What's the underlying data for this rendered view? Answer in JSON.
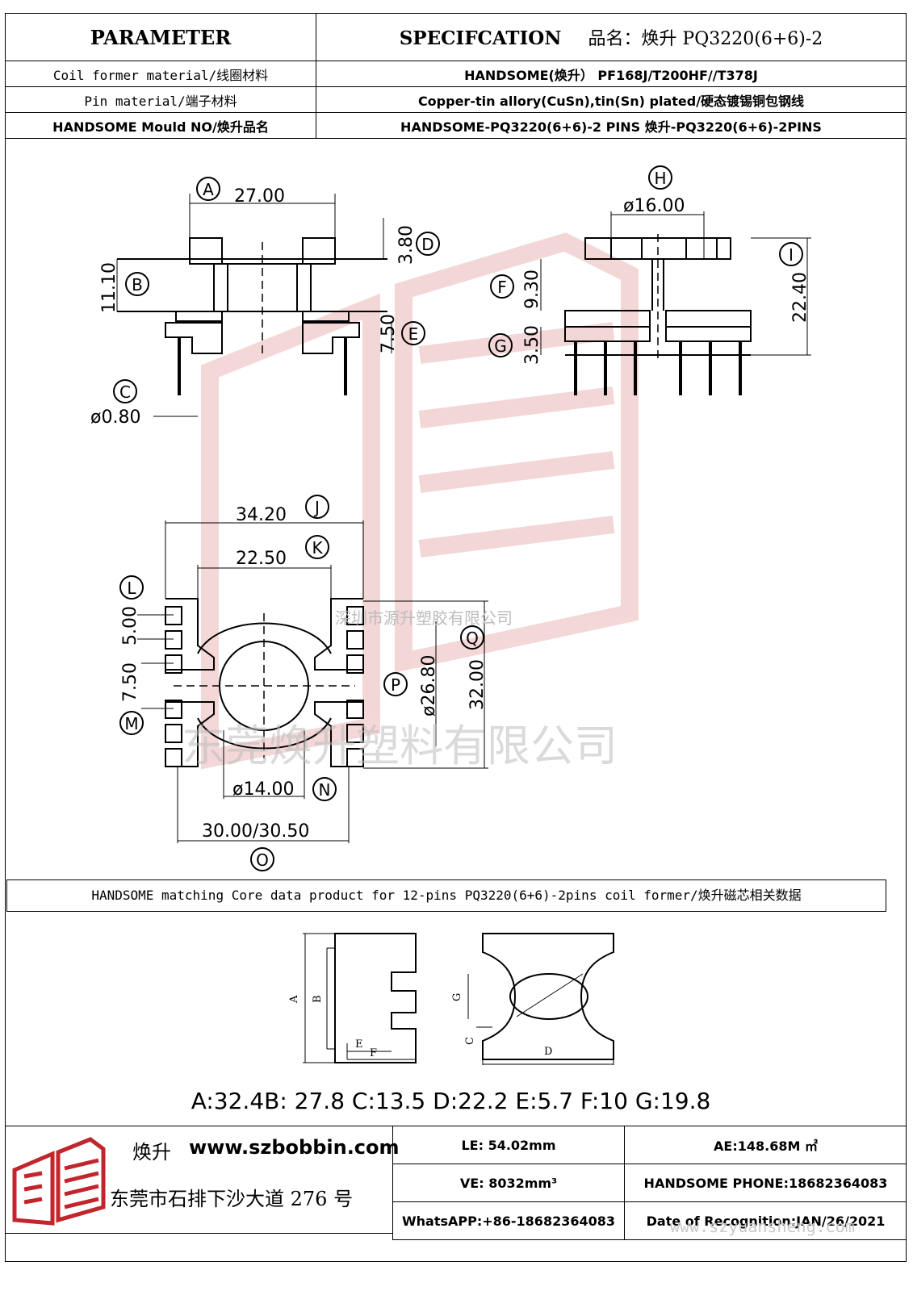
{
  "header": {
    "param_title": "PARAMETER",
    "spec_title": "SPECIFCATION",
    "spec_name": "品名：焕升 PQ3220(6+6)-2"
  },
  "rows": [
    {
      "label": "Coil former material/线圈材料",
      "value": "HANDSOME(焕升）  PF168J/T200HF//T378J"
    },
    {
      "label": "Pin material/端子材料",
      "value": "Copper-tin allory(CuSn),tin(Sn) plated/硬态镀锡铜包钢线"
    },
    {
      "label": "HANDSOME Mould NO/焕升品名",
      "value": "HANDSOME-PQ3220(6+6)-2 PINS    焕升-PQ3220(6+6)-2PINS"
    }
  ],
  "dimensions": {
    "A": {
      "letter": "A",
      "value": "27.00"
    },
    "B": {
      "letter": "B",
      "value": "11.10"
    },
    "C": {
      "letter": "C",
      "value": "ø0.80"
    },
    "D": {
      "letter": "D",
      "value": "3.80"
    },
    "E": {
      "letter": "E",
      "value": "7.50"
    },
    "F": {
      "letter": "F",
      "value": "9.30"
    },
    "G": {
      "letter": "G",
      "value": "3.50"
    },
    "H": {
      "letter": "H",
      "value": "ø16.00"
    },
    "I": {
      "letter": "I",
      "value": "22.40"
    },
    "J": {
      "letter": "J",
      "value": "34.20"
    },
    "K": {
      "letter": "K",
      "value": "22.50"
    },
    "L": {
      "letter": "L",
      "value": "5.00"
    },
    "M": {
      "letter": "M",
      "value": "7.50"
    },
    "N": {
      "letter": "N",
      "value": "ø14.00"
    },
    "O": {
      "letter": "O",
      "value": "30.00/30.50"
    },
    "P": {
      "letter": "P",
      "value": "ø26.80"
    },
    "Q": {
      "letter": "Q",
      "value": "32.00"
    }
  },
  "watermarks": {
    "company_small": "深圳市源升塑胶有限公司",
    "company_large": "东莞焕升塑料有限公司",
    "url": "www.szyuansheng.com"
  },
  "core": {
    "caption": "HANDSOME matching Core data  product for 12-pins PQ3220(6+6)-2pins coil former/焕升磁芯相关数据",
    "labels": [
      "A",
      "B",
      "C",
      "D",
      "E",
      "F",
      "G"
    ],
    "values_text": "A:32.4B: 27.8 C:13.5 D:22.2 E:5.7 F:10 G:19.8"
  },
  "footer": {
    "brand_name": "焕升",
    "brand_url": "www.szbobbin.com",
    "address": "东莞市石排下沙大道 276 号",
    "le": "LE: 54.02mm",
    "ae": "AE:148.68M ㎡",
    "ve": "VE: 8032mm³",
    "phone": "HANDSOME PHONE:18682364083",
    "whatsapp": "WhatsAPP:+86-18682364083",
    "date": "Date of Recognition:JAN/26/2021"
  },
  "colors": {
    "logo_red": "#c0262c",
    "watermark_red": "#f3d3d3",
    "line": "#000000"
  }
}
